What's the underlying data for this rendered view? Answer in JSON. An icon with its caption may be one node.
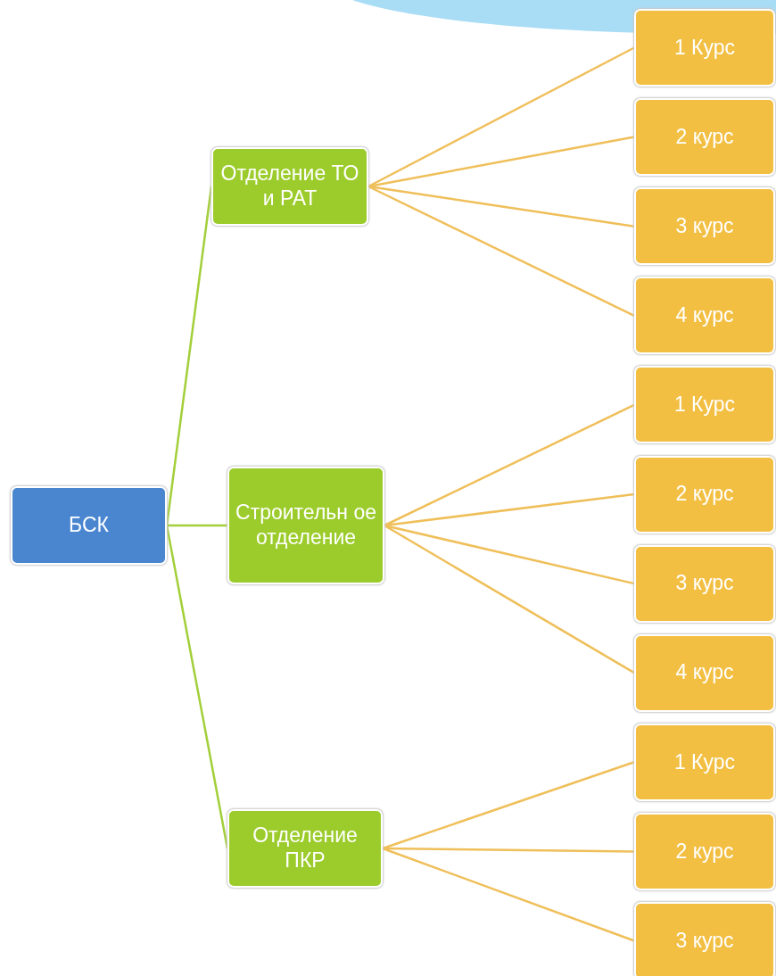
{
  "diagram": {
    "nodes": [
      {
        "text": [
          "БСК"
        ]
      },
      {
        "text": [
          "Отделение ТО и РАТ"
        ]
      },
      {
        "text": [
          "1 Курс"
        ]
      },
      {
        "text": [
          "2 курс"
        ]
      },
      {
        "text": [
          "3 курс"
        ]
      },
      {
        "text": [
          "4 курс"
        ]
      },
      {
        "text": [
          "Строительн ое отделение"
        ]
      },
      {
        "text": [
          "1 Курс"
        ]
      },
      {
        "text": [
          "2 курс"
        ]
      },
      {
        "text": [
          "3 курс"
        ]
      },
      {
        "text": [
          "4 курс"
        ]
      },
      {
        "text": [
          "Отделение ПКР"
        ]
      },
      {
        "text": [
          "1 Курс"
        ]
      },
      {
        "text": [
          "2 курс"
        ]
      },
      {
        "text": [
          "3 курс"
        ]
      }
    ],
    "edges": [
      {
        "from": 0,
        "to": 1,
        "arrow": "none",
        "color": "#a3cf3a"
      },
      {
        "from": 0,
        "to": 6,
        "arrow": "none",
        "color": "#a3cf3a"
      },
      {
        "from": 0,
        "to": 11,
        "arrow": "none",
        "color": "#a3cf3a"
      },
      {
        "from": 1,
        "to": 2,
        "arrow": "none"
      },
      {
        "from": 1,
        "to": 3,
        "arrow": "none"
      },
      {
        "from": 1,
        "to": 4,
        "arrow": "none"
      },
      {
        "from": 1,
        "to": 5,
        "arrow": "none"
      },
      {
        "from": 6,
        "to": 7,
        "arrow": "none"
      },
      {
        "from": 6,
        "to": 8,
        "arrow": "none"
      },
      {
        "from": 6,
        "to": 9,
        "arrow": "none"
      },
      {
        "from": 6,
        "to": 10,
        "arrow": "none"
      },
      {
        "from": 11,
        "to": 12,
        "arrow": "none"
      },
      {
        "from": 11,
        "to": 13,
        "arrow": "none"
      },
      {
        "from": 11,
        "to": 14,
        "arrow": "none"
      }
    ]
  }
}
